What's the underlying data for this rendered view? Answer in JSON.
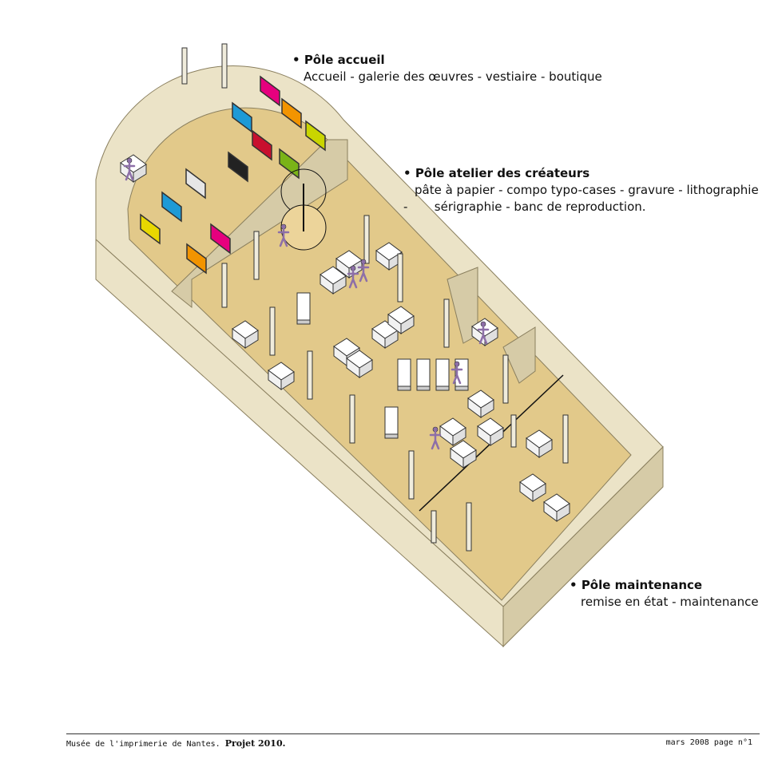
{
  "zones": [
    {
      "title": "Pôle accueil",
      "lines": [
        "Accueil - galerie des œuvres - vestiaire - boutique"
      ]
    },
    {
      "title": "Pôle atelier des créateurs",
      "lines": [
        "pâte à papier - compo typo-cases - gravure - lithographie",
        "-       sérigraphie - banc de reproduction."
      ]
    },
    {
      "title": "Pôle maintenance",
      "lines": [
        "remise en état - maintenance"
      ]
    }
  ],
  "footer": {
    "left_text": "Musée de l'imprimerie de Nantes. ",
    "left_bold": "Projet 2010.",
    "right_text": "mars 2008  page n°1"
  },
  "colors": {
    "floor": "#e2c98a",
    "wall": "#ebe3c7",
    "wall_dark": "#d6cba7",
    "artwork": [
      "#e6007e",
      "#f29400",
      "#c9d500",
      "#1e9ad6",
      "#c8102e",
      "#7ab317",
      "#222222",
      "#e6e6e6",
      "#1e9ad6",
      "#e8d800"
    ]
  }
}
